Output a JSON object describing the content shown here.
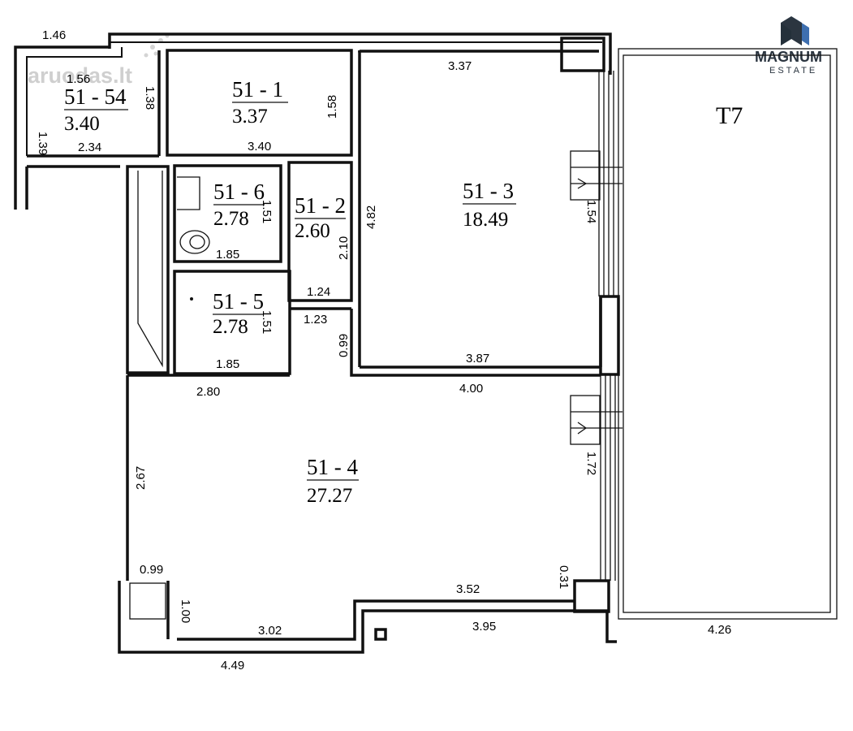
{
  "watermark": {
    "text": "aruodas.lt"
  },
  "brand": {
    "name": "MAGNUM",
    "sub": "ESTATE",
    "color_dark": "#2b3540",
    "color_accent": "#3e6fb0"
  },
  "terrace": {
    "label": "T7"
  },
  "rooms": {
    "r5154": {
      "name": "51 - 54",
      "area": "3.40"
    },
    "r511": {
      "name": "51 - 1",
      "area": "3.37"
    },
    "r513": {
      "name": "51 - 3",
      "area": "18.49"
    },
    "r516": {
      "name": "51 - 6",
      "area": "2.78"
    },
    "r512": {
      "name": "51 - 2",
      "area": "2.60"
    },
    "r515": {
      "name": "51 - 5",
      "area": "2.78"
    },
    "r514": {
      "name": "51 - 4",
      "area": "27.27"
    }
  },
  "dimensions": {
    "d_1_46": "1.46",
    "d_1_56": "1.56",
    "d_1_39": "1.39",
    "d_1_38": "1.38",
    "d_2_34": "2.34",
    "d_1_58": "1.58",
    "d_3_40": "3.40",
    "d_3_37": "3.37",
    "d_4_82": "4.82",
    "d_1_54": "1.54",
    "d_3_87": "3.87",
    "d_4_00": "4.00",
    "d_1_51a": "1.51",
    "d_1_85a": "1.85",
    "d_2_10": "2.10",
    "d_1_24": "1.24",
    "d_1_23": "1.23",
    "d_0_99a": "0.99",
    "d_1_51b": "1.51",
    "d_1_85b": "1.85",
    "d_2_80": "2.80",
    "d_2_67": "2.67",
    "d_1_72": "1.72",
    "d_0_99b": "0.99",
    "d_0_31": "0.31",
    "d_3_52": "3.52",
    "d_1_00": "1.00",
    "d_3_02": "3.02",
    "d_3_95": "3.95",
    "d_4_49": "4.49",
    "d_4_26": "4.26"
  }
}
